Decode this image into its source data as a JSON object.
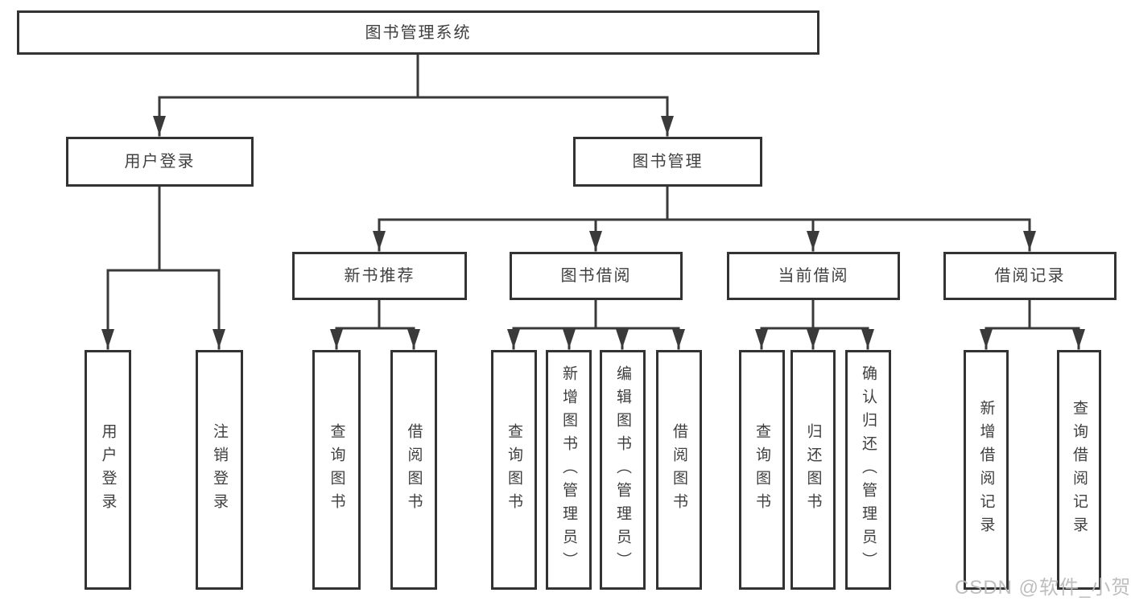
{
  "diagram": {
    "root": {
      "label": "图书管理系统"
    },
    "level2": {
      "user_login": {
        "label": "用户登录"
      },
      "book_management": {
        "label": "图书管理"
      }
    },
    "level3": {
      "new_book_recommend": {
        "label": "新书推荐"
      },
      "book_borrowing": {
        "label": "图书借阅"
      },
      "current_borrowing": {
        "label": "当前借阅"
      },
      "borrowing_records": {
        "label": "借阅记录"
      }
    },
    "leaves": {
      "user_login": {
        "label": "用户登录"
      },
      "logout": {
        "label": "注销登录"
      },
      "query_books_recommend": {
        "label": "查询图书"
      },
      "borrow_books_recommend": {
        "label": "借阅图书"
      },
      "query_books_borrowing": {
        "label": "查询图书"
      },
      "add_books_admin": {
        "label": "新增图书（管理员）"
      },
      "edit_books_admin": {
        "label": "编辑图书（管理员）"
      },
      "borrow_books_borrowing": {
        "label": "借阅图书"
      },
      "query_books_current": {
        "label": "查询图书"
      },
      "return_books": {
        "label": "归还图书"
      },
      "confirm_return_admin": {
        "label": "确认归还（管理员）"
      },
      "add_borrowing_record": {
        "label": "新增借阅记录"
      },
      "query_borrowing_record": {
        "label": "查询借阅记录"
      }
    }
  },
  "watermark": {
    "text": "CSDN @软件_小贺同学"
  },
  "colors": {
    "line": "#3a3a3a",
    "box_border": "#333333",
    "text": "#3f3f3f",
    "watermark": "#b9b9b9",
    "background": "#ffffff"
  }
}
